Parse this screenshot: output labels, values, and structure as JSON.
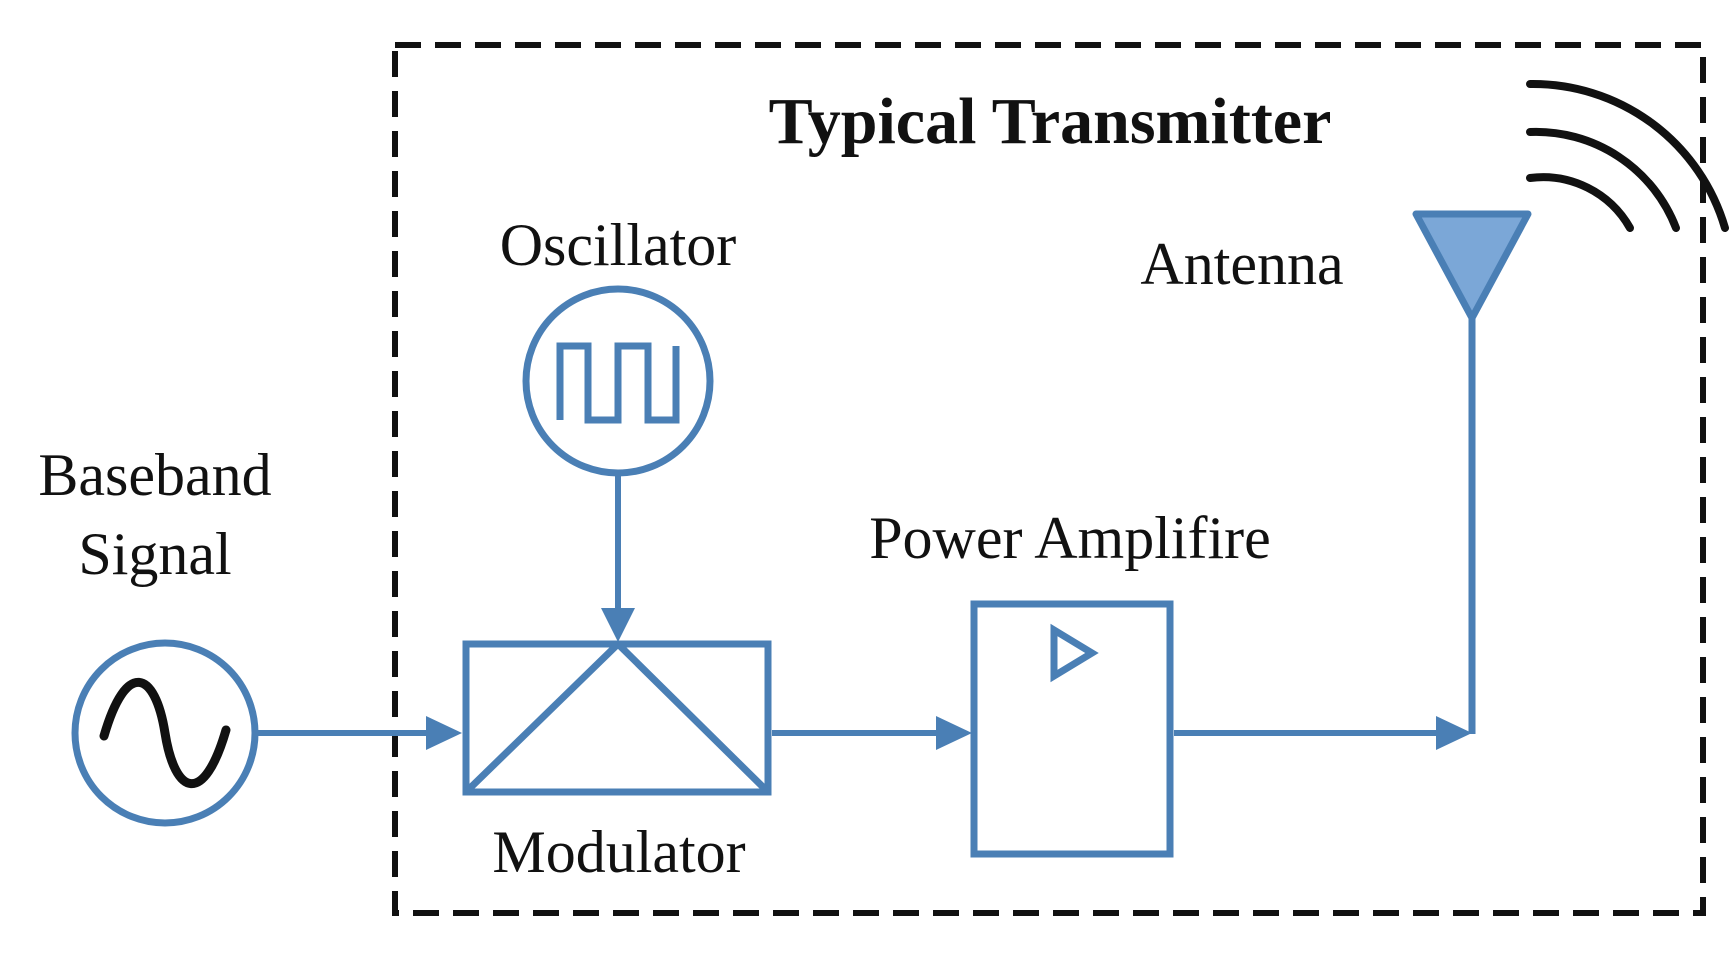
{
  "title": "Typical Transmitter",
  "labels": {
    "oscillator": "Oscillator",
    "antenna": "Antenna",
    "baseband_line1": "Baseband",
    "baseband_line2": "Signal",
    "power_amplifier": "Power Amplifire",
    "modulator": "Modulator"
  },
  "colors": {
    "component_stroke": "#4a7fb5",
    "antenna_fill": "#7ba7d7",
    "boundary": "#111111",
    "waves": "#111111",
    "text": "#111111"
  },
  "icons": {
    "baseband_source": "sine-wave-source-icon",
    "oscillator": "square-wave-oscillator-icon",
    "modulator": "mixer-modulator-icon",
    "amplifier": "amplifier-triangle-icon",
    "antenna": "antenna-icon",
    "radio_waves": "radio-waves-icon"
  }
}
